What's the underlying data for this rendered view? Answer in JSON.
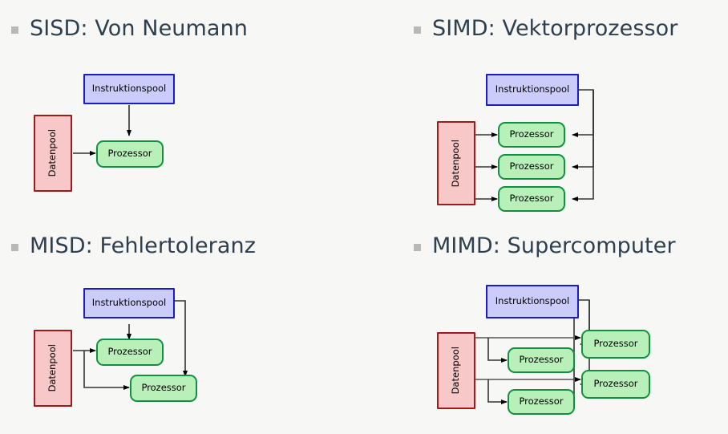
{
  "slide": {
    "background_color": "#f7f7f5",
    "bullet_color": "#b8b8b8",
    "heading_color": "#2e3f4f"
  },
  "palette": {
    "instruction_fill": "#ccccfa",
    "instruction_border": "#1b1bcc",
    "processor_fill": "#b9f0b9",
    "processor_border": "#109140",
    "data_fill": "#f8c8c8",
    "data_border": "#9e1b1b",
    "connector": "#444444",
    "arrow": "#000000"
  },
  "labels": {
    "instruction_pool": "Instruktionspool",
    "processor": "Prozessor",
    "data_pool": "Datenpool"
  },
  "quadrants": [
    {
      "id": "sisd",
      "heading": "SISD: Von Neumann",
      "instruction_pools": 1,
      "data_pools": 1,
      "processors": 1
    },
    {
      "id": "simd",
      "heading": "SIMD: Vektorprozessor",
      "instruction_pools": 1,
      "data_pools": 1,
      "processors": 3
    },
    {
      "id": "misd",
      "heading": "MISD: Fehlertoleranz",
      "instruction_pools": 1,
      "data_pools": 1,
      "processors": 2
    },
    {
      "id": "mimd",
      "heading": "MIMD: Supercomputer",
      "instruction_pools": 1,
      "data_pools": 1,
      "processors": 4
    }
  ]
}
